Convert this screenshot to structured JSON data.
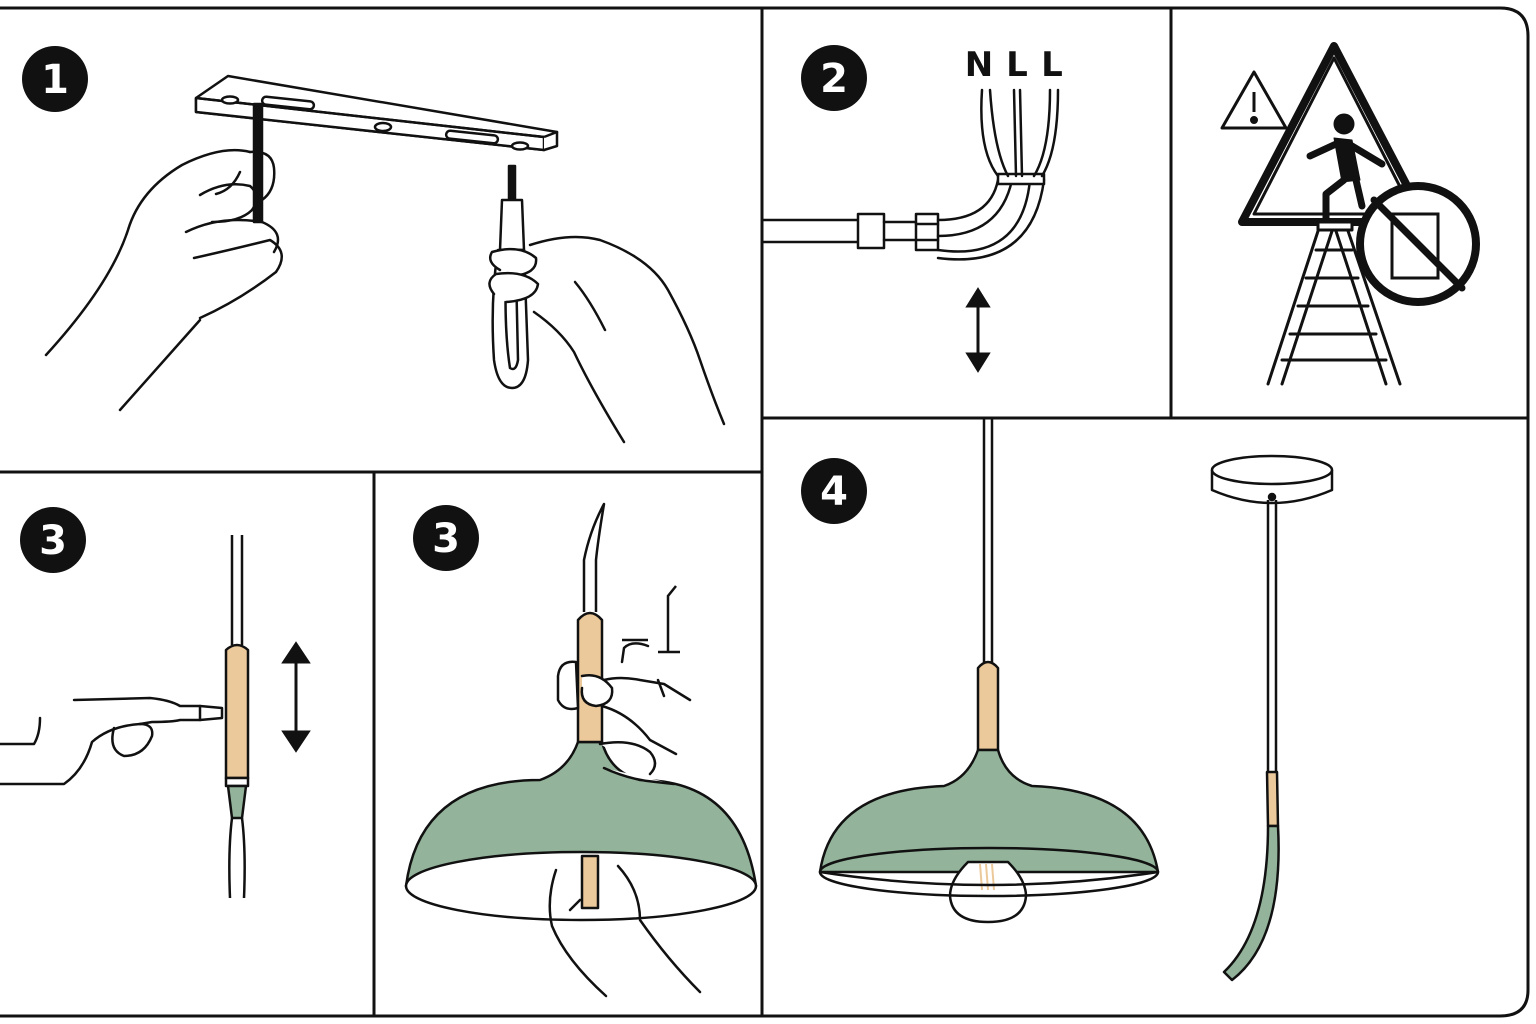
{
  "steps": {
    "one": "1",
    "two": "2",
    "three_a": "3",
    "three_b": "3",
    "four": "4"
  },
  "wires": {
    "neutral": "N",
    "live_1": "L",
    "live_2": "L"
  },
  "colors": {
    "shade_green": "#93b39a",
    "wood": "#ecc99a",
    "line": "#111111"
  },
  "icons": {
    "warning": "warning-triangle-icon",
    "no_ladder": "no-climbing-prohibition-icon"
  }
}
